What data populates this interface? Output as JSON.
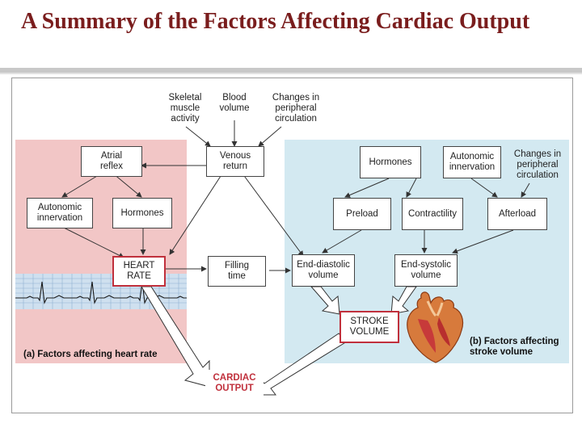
{
  "slide": {
    "title": "A Summary of the Factors Affecting Cardiac Output"
  },
  "diagram": {
    "top_inputs": {
      "skeletal": "Skeletal\nmuscle\nactivity",
      "blood_volume": "Blood\nvolume",
      "peripheral": "Changes in\nperipheral\ncirculation"
    },
    "panel_a": {
      "caption": "(a) Factors affecting heart rate",
      "atrial_reflex": "Atrial\nreflex",
      "autonomic": "Autonomic\ninnervation",
      "hormones": "Hormones",
      "heart_rate": "HEART\nRATE"
    },
    "center": {
      "venous_return": "Venous\nreturn",
      "filling_time": "Filling\ntime"
    },
    "panel_b": {
      "caption": "(b) Factors affecting\nstroke volume",
      "hormones": "Hormones",
      "autonomic": "Autonomic\ninnervation",
      "peripheral": "Changes in\nperipheral\ncirculation",
      "preload": "Preload",
      "contractility": "Contractility",
      "afterload": "Afterload",
      "edv": "End-diastolic\nvolume",
      "esv": "End-systolic\nvolume",
      "stroke_volume": "STROKE\nVOLUME"
    },
    "output": "CARDIAC\nOUTPUT"
  },
  "colors": {
    "title": "#7a1d1d",
    "panel_a_bg": "#f2c6c6",
    "panel_b_bg": "#d3e9f1",
    "highlight": "#c0303c"
  },
  "icons": [
    "ecg-trace",
    "heart-illustration"
  ]
}
